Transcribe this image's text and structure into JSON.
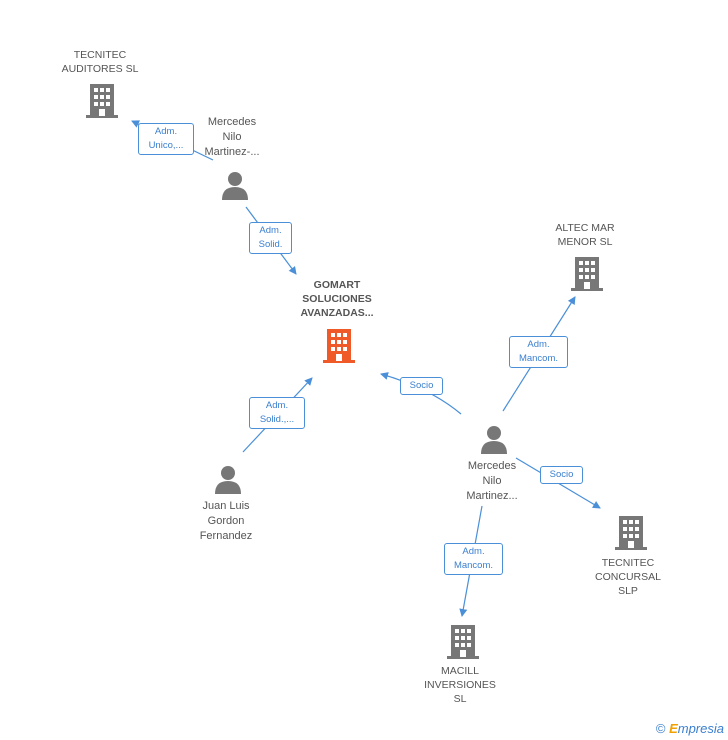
{
  "colors": {
    "edge": "#4a8fd8",
    "building": "#777777",
    "focus_building": "#f05a28",
    "person": "#777777"
  },
  "nodes": {
    "tecnitec_auditores": {
      "label": "TECNITEC\nAUDITORES SL",
      "icon": "building-icon"
    },
    "mercedes_top": {
      "label": "Mercedes\nNilo\nMartinez-...",
      "icon": "person-icon"
    },
    "gomart": {
      "label": "GOMART\nSOLUCIONES\nAVANZADAS...",
      "icon": "building-icon"
    },
    "altec": {
      "label": "ALTEC MAR\nMENOR SL",
      "icon": "building-icon"
    },
    "juan_luis": {
      "label": "Juan Luis\nGordon\nFernandez",
      "icon": "person-icon"
    },
    "mercedes_bottom": {
      "label": "Mercedes\nNilo\nMartinez...",
      "icon": "person-icon"
    },
    "tecnitec_concursal": {
      "label": "TECNITEC\nCONCURSAL\nSLP",
      "icon": "building-icon"
    },
    "macill": {
      "label": "MACILL\nINVERSIONES\nSL",
      "icon": "building-icon"
    }
  },
  "edges": {
    "e1": {
      "label": "Adm.\nUnico,..."
    },
    "e2": {
      "label": "Adm.\nSolid."
    },
    "e3": {
      "label": "Adm.\nSolid.,..."
    },
    "e4": {
      "label": "Socio"
    },
    "e5": {
      "label": "Adm.\nMancom."
    },
    "e6": {
      "label": "Socio"
    },
    "e7": {
      "label": "Adm.\nMancom."
    }
  },
  "brand": {
    "copyright": "©",
    "e": "E",
    "rest": "mpresia"
  }
}
